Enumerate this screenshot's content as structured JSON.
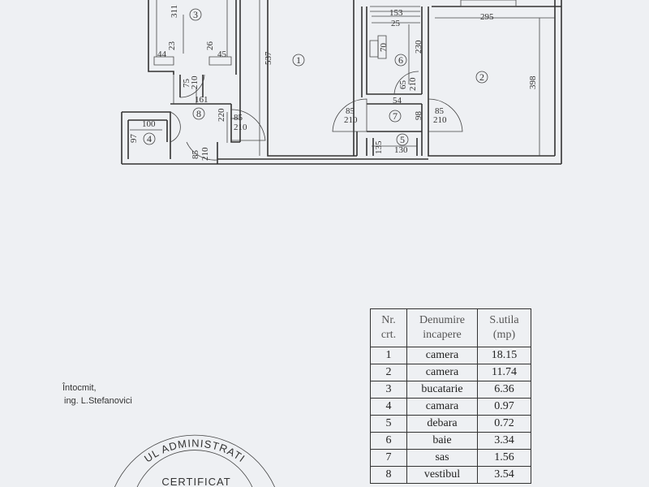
{
  "plan": {
    "rooms": [
      "1",
      "2",
      "3",
      "4",
      "5",
      "6",
      "7",
      "8"
    ],
    "dimensions": {
      "d311": "311",
      "d23": "23",
      "d26": "26",
      "d44": "44",
      "d45": "45",
      "d75": "75",
      "d210a": "210",
      "d161": "161",
      "d85a": "85",
      "d210b": "210",
      "d220": "220",
      "d100": "100",
      "d97": "97",
      "d85b": "85",
      "d210c": "210",
      "d537": "537",
      "d153": "153",
      "d25": "25",
      "d70": "70",
      "d230": "230",
      "d65": "65",
      "d210d": "210",
      "d54": "54",
      "d85c": "85",
      "d210e": "210",
      "d98": "98",
      "d85d": "85",
      "d210f": "210",
      "d135": "135",
      "d130": "130",
      "d295": "295",
      "d398": "398"
    }
  },
  "signature": {
    "line1": "Întocmit,",
    "line2": "ing. L.Stefanovici"
  },
  "table": {
    "headers": [
      [
        "Nr.",
        "crt."
      ],
      [
        "Denumire",
        "incapere"
      ],
      [
        "S.utila",
        "(mp)"
      ]
    ],
    "rows": [
      {
        "nr": "1",
        "name": "camera",
        "area": "18.15"
      },
      {
        "nr": "2",
        "name": "camera",
        "area": "11.74"
      },
      {
        "nr": "3",
        "name": "bucatarie",
        "area": "6.36"
      },
      {
        "nr": "4",
        "name": "camara",
        "area": "0.97"
      },
      {
        "nr": "5",
        "name": "debara",
        "area": "0.72"
      },
      {
        "nr": "6",
        "name": "baie",
        "area": "3.34"
      },
      {
        "nr": "7",
        "name": "sas",
        "area": "1.56"
      },
      {
        "nr": "8",
        "name": "vestibul",
        "area": "3.54"
      }
    ]
  },
  "stamp": {
    "arc_text": "UL ADMINISTRATI",
    "inner_text": "CERTIFICAT"
  }
}
